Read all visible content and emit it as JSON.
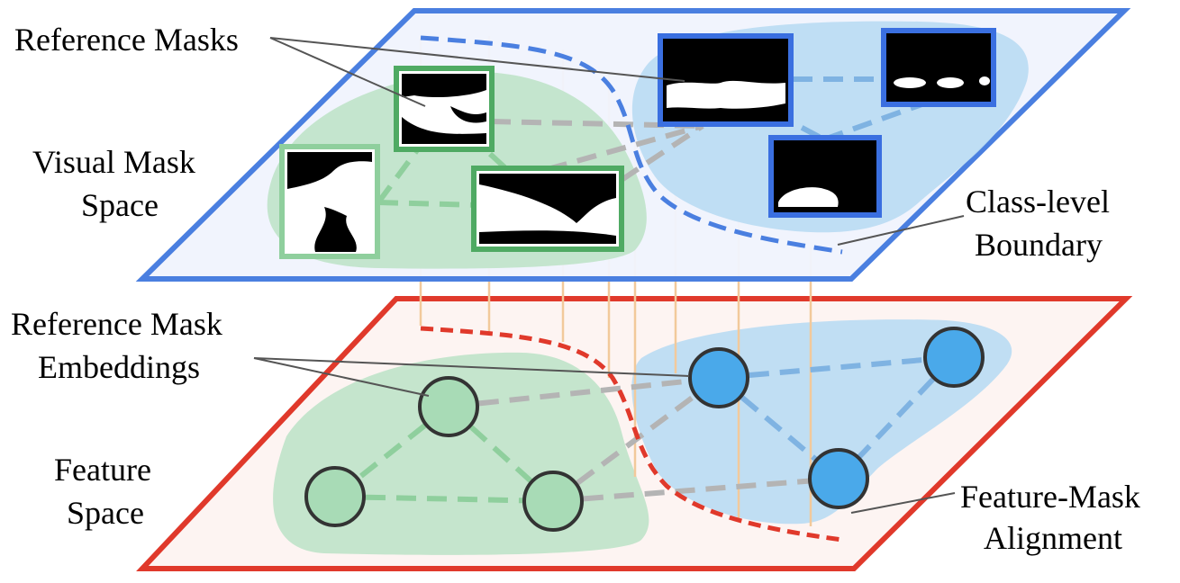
{
  "labels": {
    "reference_masks": "Reference Masks",
    "visual_mask_space_line1": "Visual Mask",
    "visual_mask_space_line2": "Space",
    "class_level_boundary_line1": "Class-level",
    "class_level_boundary_line2": "Boundary",
    "reference_mask_embeddings_line1": "Reference Mask",
    "reference_mask_embeddings_line2": "Embeddings",
    "feature_space_line1": "Feature",
    "feature_space_line2": "Space",
    "feature_mask_alignment_line1": "Feature-Mask",
    "feature_mask_alignment_line2": "Alignment"
  },
  "colors": {
    "top_plane_stroke": "#4a7fe0",
    "top_plane_fill": "#f0f4fd",
    "bottom_plane_stroke": "#e0392b",
    "bottom_plane_fill": "#fdf4f2",
    "green_region": "#bfe3c9",
    "blue_region": "#b9dcf3",
    "green_node": "#a8dbb6",
    "blue_node": "#4aa9ea",
    "node_stroke": "#333333",
    "green_frame": "#4faa63",
    "blue_frame": "#3a6fe0",
    "gray_link": "#b4b4b4",
    "projection_line": "#f2c99b"
  }
}
